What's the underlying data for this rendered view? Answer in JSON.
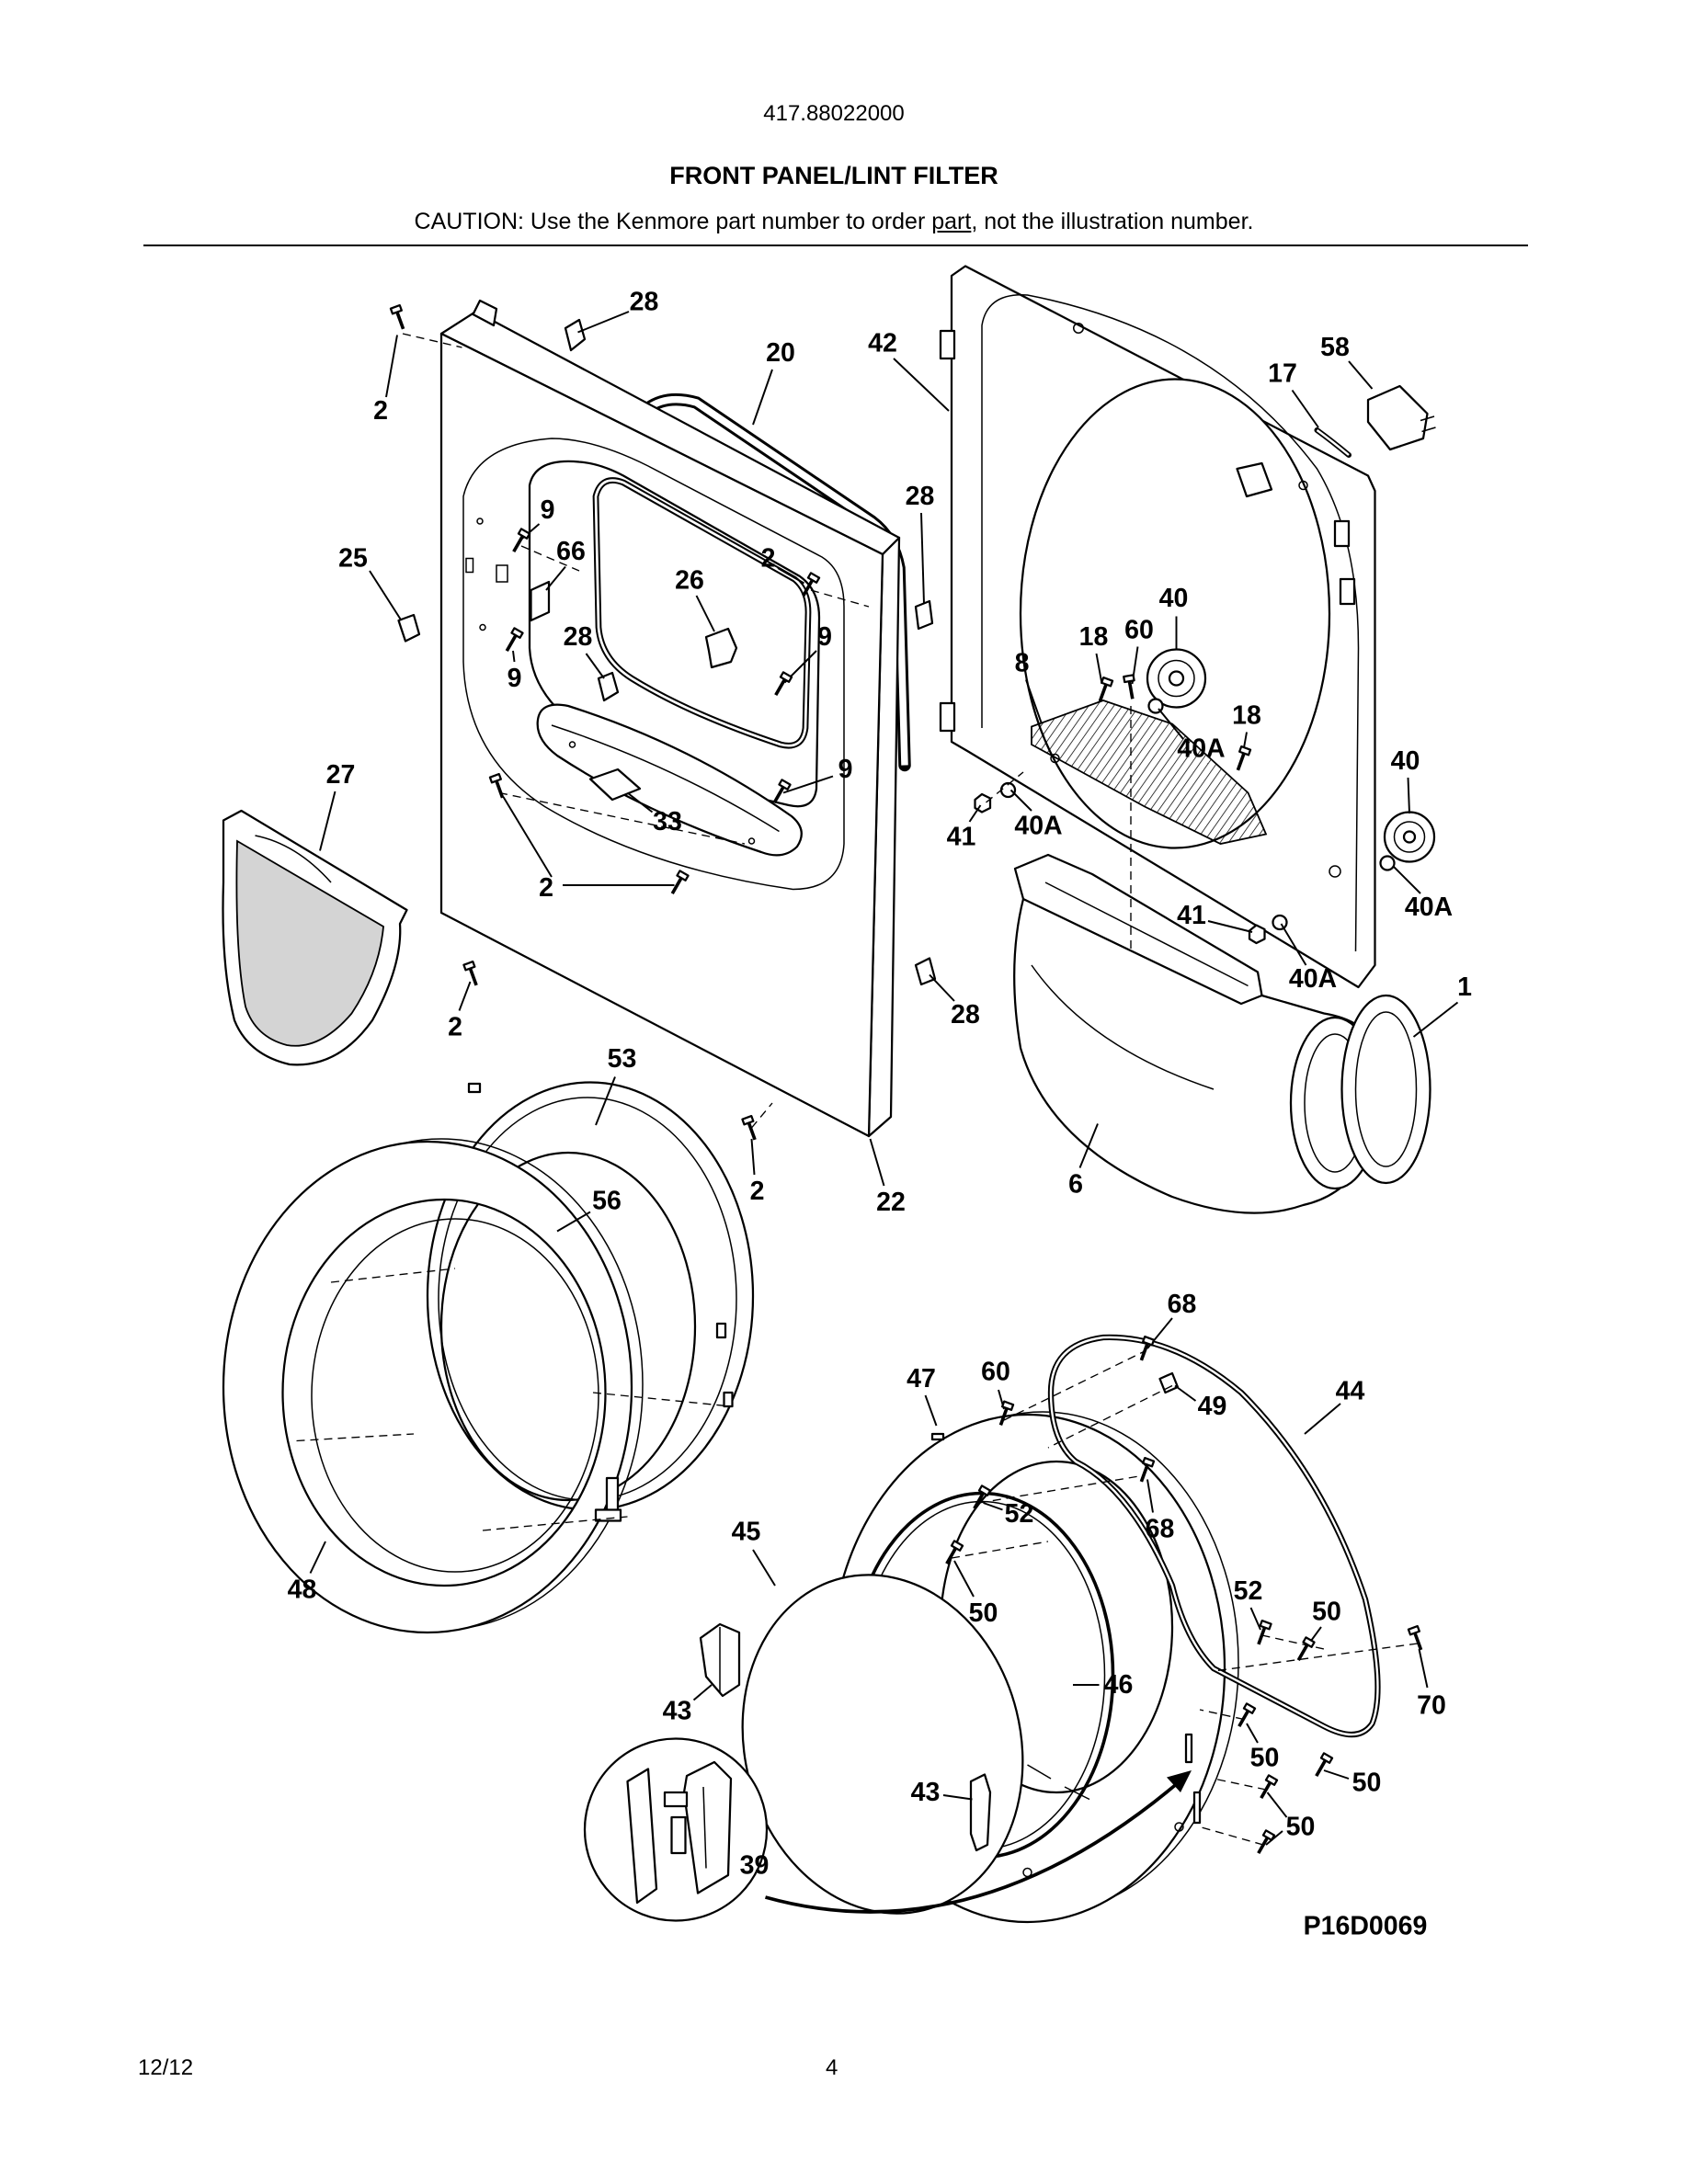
{
  "header": {
    "model_number": "417.88022000",
    "title": "FRONT PANEL/LINT FILTER",
    "caution": {
      "before": "CAUTION: Use the Kenmore part number to order ",
      "underlined": "part",
      "after": ", not the illustration number."
    }
  },
  "diagram": {
    "code": "P16D0069",
    "callouts": [
      "28",
      "2",
      "20",
      "42",
      "17",
      "58",
      "28",
      "9",
      "25",
      "66",
      "2",
      "26",
      "40",
      "18",
      "60",
      "28",
      "9",
      "9",
      "8",
      "18",
      "40A",
      "27",
      "9",
      "40",
      "33",
      "41",
      "40A",
      "2",
      "40A",
      "41",
      "40A",
      "1",
      "28",
      "2",
      "53",
      "2",
      "22",
      "6",
      "56",
      "68",
      "47",
      "60",
      "44",
      "49",
      "52",
      "68",
      "45",
      "48",
      "50",
      "52",
      "50",
      "46",
      "43",
      "70",
      "50",
      "50",
      "43",
      "50",
      "39"
    ]
  },
  "footer": {
    "date": "12/12",
    "page_number": "4"
  }
}
